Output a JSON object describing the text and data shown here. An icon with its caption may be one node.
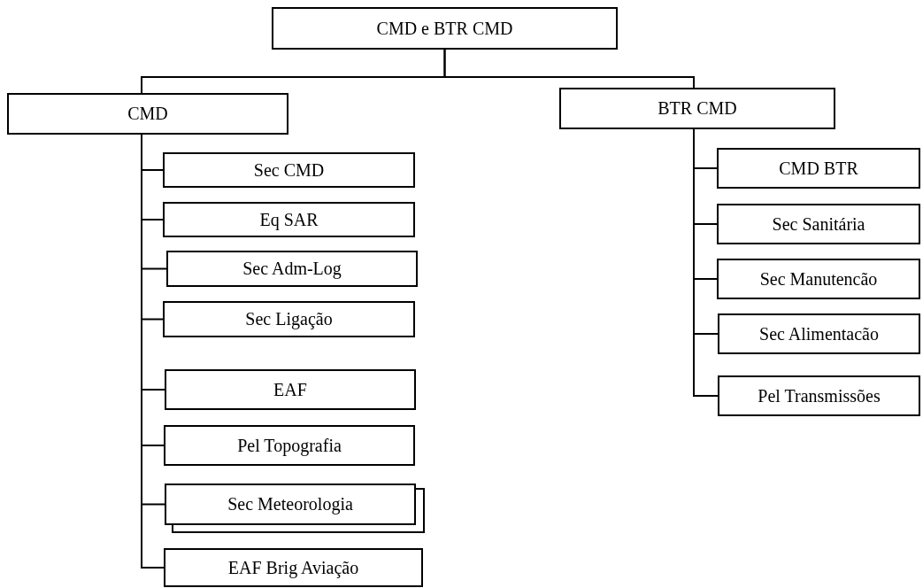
{
  "diagram": {
    "nodes": [
      {
        "text": [
          "CMD e BTR CMD"
        ]
      },
      {
        "text": [
          "CMD"
        ]
      },
      {
        "text": [
          "BTR CMD"
        ]
      },
      {
        "text": [
          "Sec CMD"
        ]
      },
      {
        "text": [
          "Eq SAR"
        ]
      },
      {
        "text": [
          "Sec Adm-Log"
        ]
      },
      {
        "text": [
          "Sec Ligação"
        ]
      },
      {
        "text": [
          "EAF"
        ]
      },
      {
        "text": [
          "Pel Topografia"
        ]
      },
      {
        "text": [
          "Sec Meteorologia"
        ]
      },
      {
        "text": [
          "EAF Brig Aviação"
        ]
      },
      {
        "text": [
          "CMD BTR"
        ]
      },
      {
        "text": [
          "Sec Sanitária"
        ]
      },
      {
        "text": [
          "Sec Manutencão"
        ]
      },
      {
        "text": [
          "Sec Alimentacão"
        ]
      },
      {
        "text": [
          "Pel Transmissões"
        ]
      }
    ],
    "edges": [
      {
        "from": 0,
        "to": 1,
        "arrow": "none"
      },
      {
        "from": 0,
        "to": 2,
        "arrow": "none"
      },
      {
        "from": 1,
        "to": 3,
        "arrow": "none"
      },
      {
        "from": 1,
        "to": 4,
        "arrow": "none"
      },
      {
        "from": 1,
        "to": 5,
        "arrow": "none"
      },
      {
        "from": 1,
        "to": 6,
        "arrow": "none"
      },
      {
        "from": 1,
        "to": 7,
        "arrow": "none"
      },
      {
        "from": 1,
        "to": 8,
        "arrow": "none"
      },
      {
        "from": 1,
        "to": 9,
        "arrow": "none"
      },
      {
        "from": 1,
        "to": 10,
        "arrow": "none"
      },
      {
        "from": 2,
        "to": 11,
        "arrow": "none"
      },
      {
        "from": 2,
        "to": 12,
        "arrow": "none"
      },
      {
        "from": 2,
        "to": 13,
        "arrow": "none"
      },
      {
        "from": 2,
        "to": 14,
        "arrow": "none"
      },
      {
        "from": 2,
        "to": 15,
        "arrow": "none"
      }
    ]
  }
}
